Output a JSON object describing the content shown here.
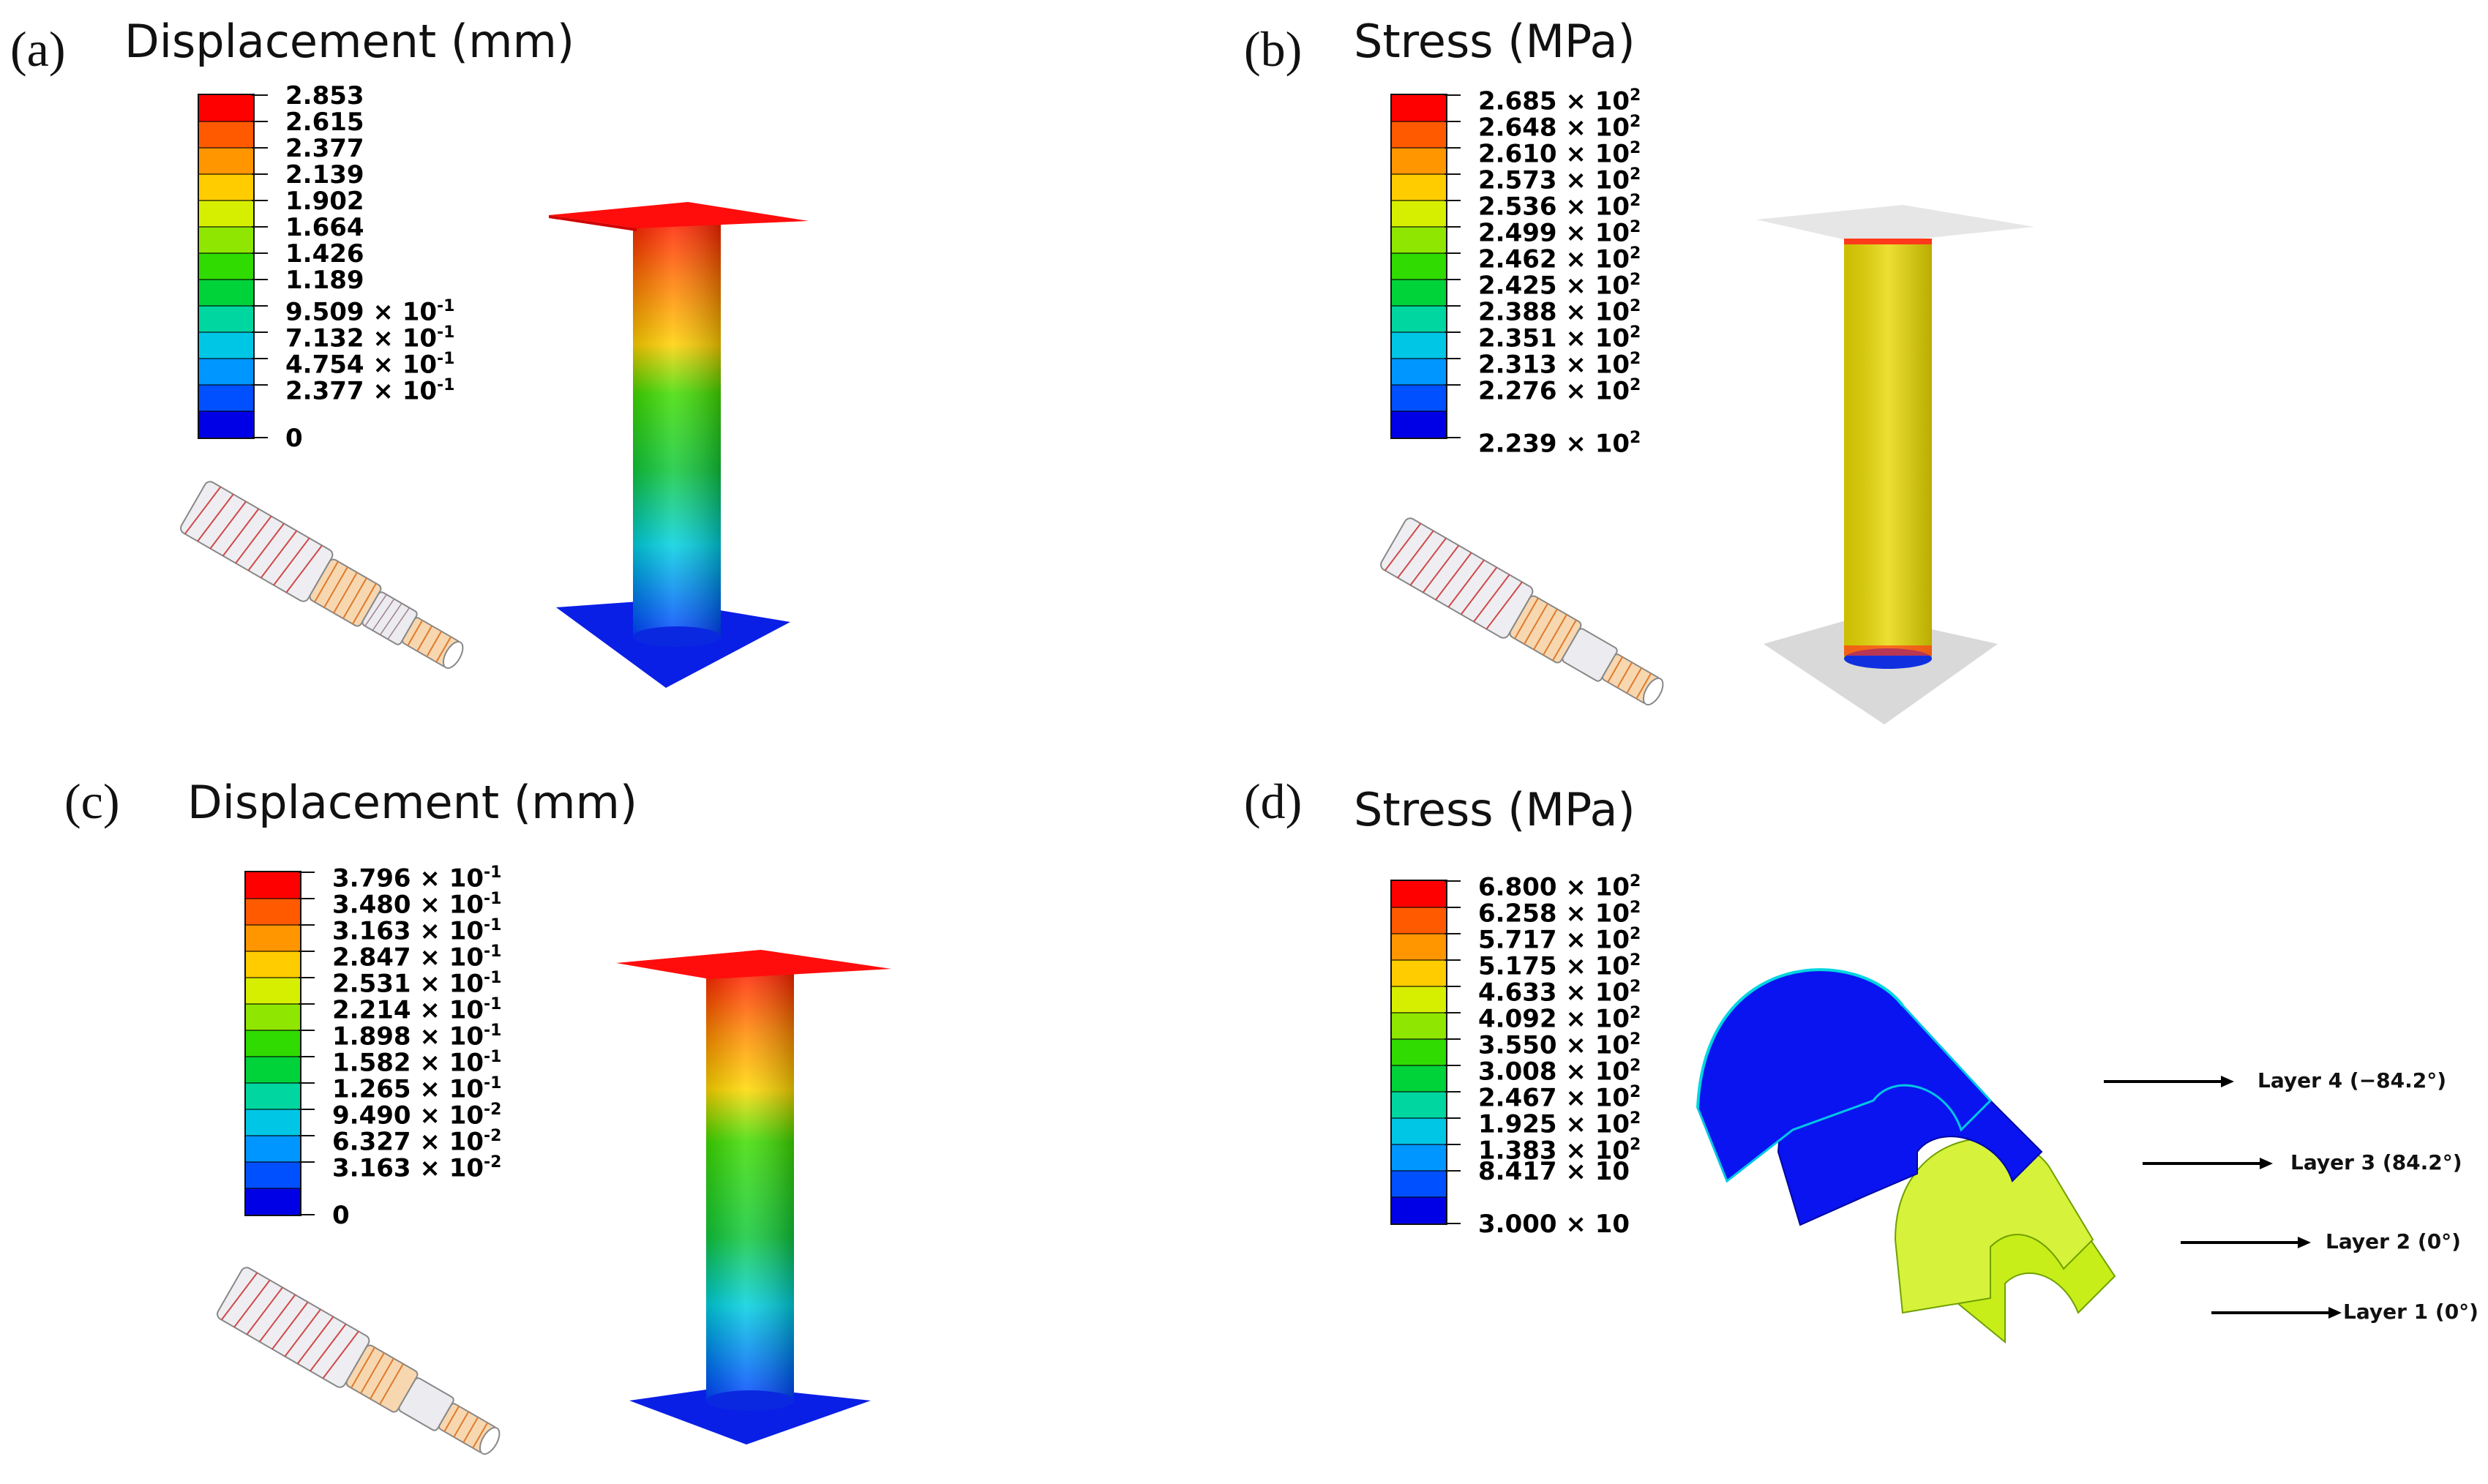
{
  "panels": {
    "a": {
      "label": "(a)",
      "title": "Displacement (mm)",
      "legend": [
        {
          "value": "2.853",
          "exp": ""
        },
        {
          "value": "2.615",
          "exp": ""
        },
        {
          "value": "2.377",
          "exp": ""
        },
        {
          "value": "2.139",
          "exp": ""
        },
        {
          "value": "1.902",
          "exp": ""
        },
        {
          "value": "1.664",
          "exp": ""
        },
        {
          "value": "1.426",
          "exp": ""
        },
        {
          "value": "1.189",
          "exp": ""
        },
        {
          "value": "9.509 × 10",
          "exp": "-1"
        },
        {
          "value": "7.132 × 10",
          "exp": "-1"
        },
        {
          "value": "4.754 × 10",
          "exp": "-1"
        },
        {
          "value": "2.377 × 10",
          "exp": "-1"
        },
        {
          "value": "0",
          "exp": ""
        }
      ]
    },
    "b": {
      "label": "(b)",
      "title": "Stress (MPa)",
      "legend": [
        {
          "value": "2.685 × 10",
          "exp": "2"
        },
        {
          "value": "2.648 × 10",
          "exp": "2"
        },
        {
          "value": "2.610 × 10",
          "exp": "2"
        },
        {
          "value": "2.573 × 10",
          "exp": "2"
        },
        {
          "value": "2.536 × 10",
          "exp": "2"
        },
        {
          "value": "2.499 × 10",
          "exp": "2"
        },
        {
          "value": "2.462 × 10",
          "exp": "2"
        },
        {
          "value": "2.425 × 10",
          "exp": "2"
        },
        {
          "value": "2.388 × 10",
          "exp": "2"
        },
        {
          "value": "2.351 × 10",
          "exp": "2"
        },
        {
          "value": "2.313 × 10",
          "exp": "2"
        },
        {
          "value": "2.276 × 10",
          "exp": "2"
        },
        {
          "value": "2.239 × 10",
          "exp": "2"
        }
      ]
    },
    "c": {
      "label": "(c)",
      "title": "Displacement (mm)",
      "legend": [
        {
          "value": "3.796 × 10",
          "exp": "-1"
        },
        {
          "value": "3.480 × 10",
          "exp": "-1"
        },
        {
          "value": "3.163 × 10",
          "exp": "-1"
        },
        {
          "value": "2.847 × 10",
          "exp": "-1"
        },
        {
          "value": "2.531 × 10",
          "exp": "-1"
        },
        {
          "value": "2.214 × 10",
          "exp": "-1"
        },
        {
          "value": "1.898 × 10",
          "exp": "-1"
        },
        {
          "value": "1.582 × 10",
          "exp": "-1"
        },
        {
          "value": "1.265 × 10",
          "exp": "-1"
        },
        {
          "value": "9.490 × 10",
          "exp": "-2"
        },
        {
          "value": "6.327 × 10",
          "exp": "-2"
        },
        {
          "value": "3.163 × 10",
          "exp": "-2"
        },
        {
          "value": "0",
          "exp": ""
        }
      ]
    },
    "d": {
      "label": "(d)",
      "title": "Stress (MPa)",
      "legend": [
        {
          "value": "6.800 × 10",
          "exp": "2"
        },
        {
          "value": "6.258 × 10",
          "exp": "2"
        },
        {
          "value": "5.717 × 10",
          "exp": "2"
        },
        {
          "value": "5.175 × 10",
          "exp": "2"
        },
        {
          "value": "4.633 × 10",
          "exp": "2"
        },
        {
          "value": "4.092 × 10",
          "exp": "2"
        },
        {
          "value": "3.550 × 10",
          "exp": "2"
        },
        {
          "value": "3.008 × 10",
          "exp": "2"
        },
        {
          "value": "2.467 × 10",
          "exp": "2"
        },
        {
          "value": "1.925 × 10",
          "exp": "2"
        },
        {
          "value": "1.383 × 10",
          "exp": "2"
        },
        {
          "value": "8.417 × 10",
          "exp": ""
        },
        {
          "value": "3.000 × 10",
          "exp": ""
        }
      ],
      "layers": [
        {
          "label": "Layer 4 (−84.2°)"
        },
        {
          "label": "Layer 3 (84.2°)"
        },
        {
          "label": "Layer 2 (0°)"
        },
        {
          "label": "Layer 1 (0°)"
        }
      ]
    }
  },
  "colormap": [
    "#ff0000",
    "#ff5a00",
    "#ff9600",
    "#ffcc00",
    "#d6ef00",
    "#8fe600",
    "#2fdb00",
    "#00d23a",
    "#00d6a0",
    "#00c6e6",
    "#0096ff",
    "#0050ff",
    "#0000e6"
  ]
}
